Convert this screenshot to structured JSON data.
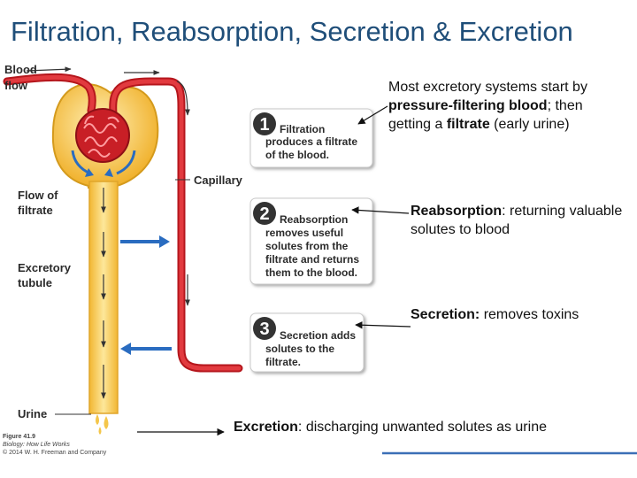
{
  "title": "Filtration, Reabsorption,  Secretion & Excretion",
  "figure_labels": {
    "blood_flow": [
      "Blood",
      "flow"
    ],
    "capillary": "Capillary",
    "flow_of_filtrate": [
      "Flow of",
      "filtrate"
    ],
    "excretory_tubule": [
      "Excretory",
      "tubule"
    ],
    "urine": "Urine"
  },
  "steps": [
    {
      "number": "1",
      "lines": [
        "Filtration",
        "produces a filtrate",
        "of the blood."
      ]
    },
    {
      "number": "2",
      "lines": [
        "Reabsorption",
        "removes useful",
        "solutes from the",
        "filtrate and returns",
        "them to the blood."
      ]
    },
    {
      "number": "3",
      "lines": [
        "Secretion adds",
        "solutes to the",
        "filtrate."
      ]
    }
  ],
  "notes": {
    "filtration": {
      "pre": "Most excretory systems start by ",
      "bold": "pressure-filtering blood",
      "mid": "; then getting a ",
      "bold2": "filtrate",
      "post": " (early urine)"
    },
    "reabsorption": {
      "bold": "Reabsorption",
      "post": ": returning valuable solutes to blood"
    },
    "secretion": {
      "bold": "Secretion:",
      "post": " removes toxins"
    },
    "excretion": {
      "bold": "Excretion",
      "post": ": discharging unwanted solutes as urine"
    }
  },
  "credit": [
    "Figure 41.9",
    "Biology: How Life Works",
    "© 2014 W. H. Freeman and Company"
  ],
  "colors": {
    "title": "#1f4e79",
    "blood": "#d42027",
    "tubule": "#f6c23e",
    "arrow_blue": "#2a6cc0",
    "rule": "#3b6fb6"
  }
}
